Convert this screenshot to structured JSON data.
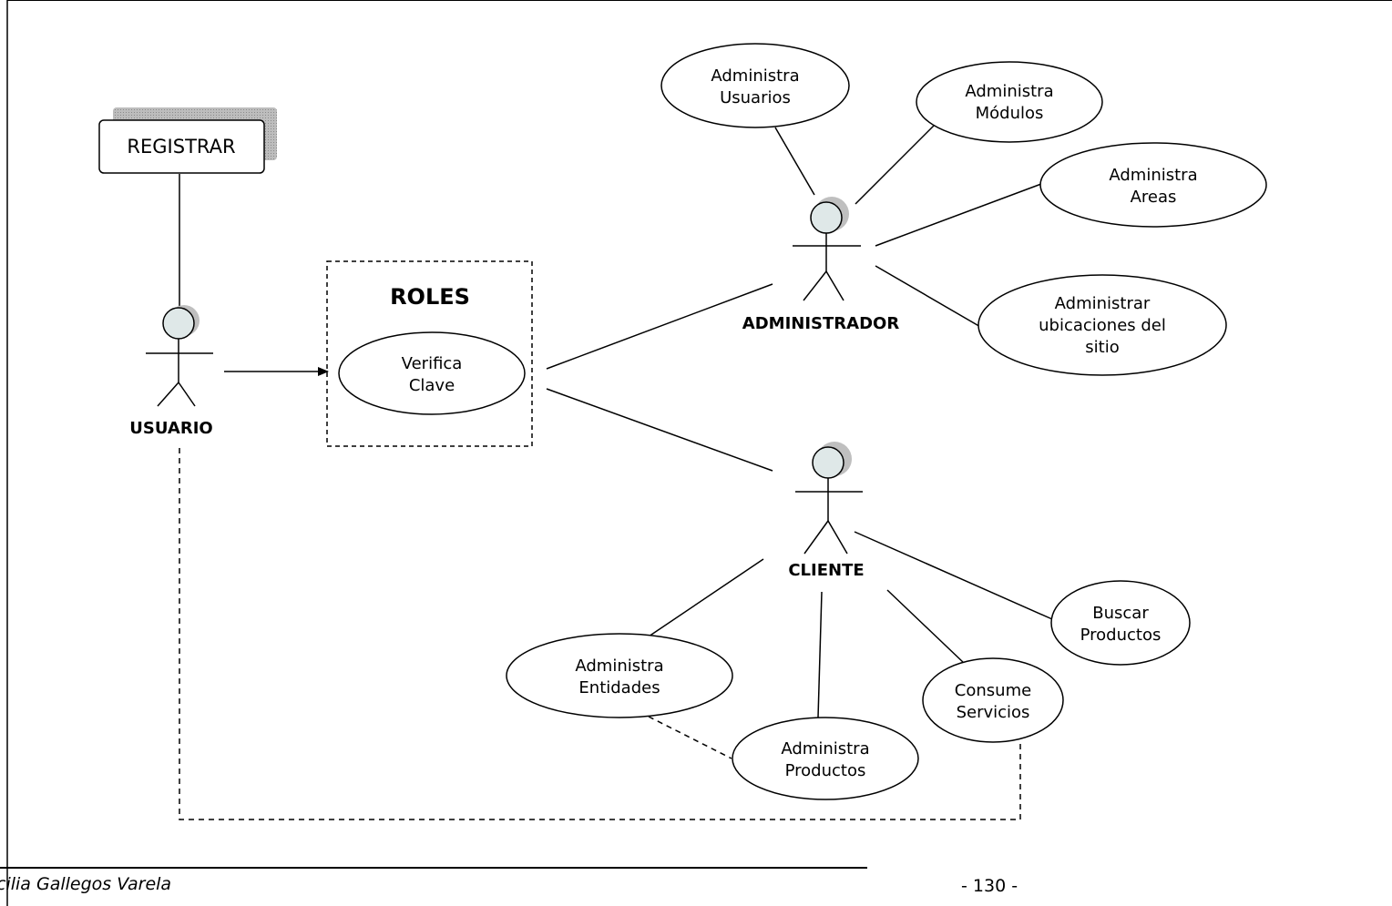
{
  "diagram": {
    "actors": {
      "usuario": "USUARIO",
      "administrador": "ADMINISTRADOR",
      "cliente": "CLIENTE"
    },
    "registrar": "REGISTRAR",
    "roles": {
      "title": "ROLES",
      "verifica_clave": [
        "Verifica",
        "Clave"
      ]
    },
    "use_cases": {
      "administra_usuarios": [
        "Administra",
        "Usuarios"
      ],
      "administra_modulos": [
        "Administra",
        "Módulos"
      ],
      "administra_areas": [
        "Administra",
        "Areas"
      ],
      "administrar_ubicaciones": [
        "Administrar",
        "ubicaciones del",
        "sitio"
      ],
      "administra_entidades": [
        "Administra",
        "Entidades"
      ],
      "administra_productos": [
        "Administra",
        "Productos"
      ],
      "consume_servicios": [
        "Consume",
        "Servicios"
      ],
      "buscar_productos": [
        "Buscar",
        "Productos"
      ]
    }
  },
  "footer": {
    "author": "cilia Gallegos Varela",
    "page": "- 130 -"
  }
}
